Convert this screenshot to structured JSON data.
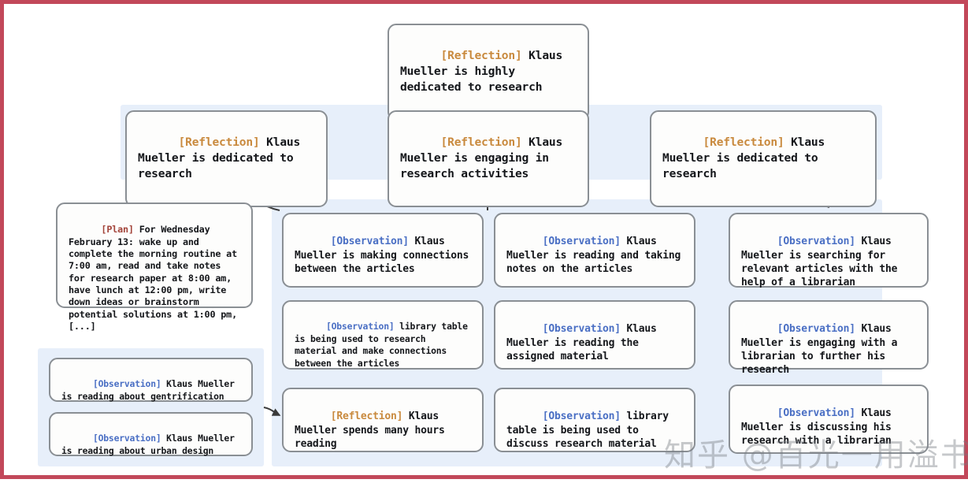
{
  "theme": {
    "page_bg": "#ffffff",
    "frame_border": "#c2485a",
    "panel_bg": "#e7effa",
    "node_bg": "#fdfdfc",
    "node_border": "#8a8f94",
    "text": "#14161a",
    "tag_reflection": "#c98a3e",
    "tag_observation": "#4a6fc4",
    "tag_plan": "#a3443a",
    "arrow": "#3a3a3a"
  },
  "watermark": {
    "text": "知乎 @百光一用溢书生"
  },
  "top": {
    "node": {
      "tag": "[Reflection]",
      "tag_type": "reflection",
      "text": " Klaus Mueller is highly dedicated to research"
    }
  },
  "reflection_row": [
    {
      "tag": "[Reflection]",
      "tag_type": "reflection",
      "text": " Klaus Mueller is dedicated to research"
    },
    {
      "tag": "[Reflection]",
      "tag_type": "reflection",
      "text": " Klaus Mueller is engaging in research activities"
    },
    {
      "tag": "[Reflection]",
      "tag_type": "reflection",
      "text": " Klaus Mueller is dedicated to research"
    }
  ],
  "plan": {
    "tag": "[Plan]",
    "tag_type": "plan",
    "text": " For Wednesday February 13: wake up and complete the morning routine at 7:00 am, read and take notes for research paper at 8:00 am, have lunch at 12:00 pm, write down ideas or brainstorm potential solutions at 1:00 pm, [...]"
  },
  "left_group": [
    {
      "tag": "[Observation]",
      "tag_type": "observation",
      "text": " Klaus Mueller is reading about gentrification"
    },
    {
      "tag": "[Observation]",
      "tag_type": "observation",
      "text": " Klaus Mueller is reading about urban design"
    }
  ],
  "column_a": [
    {
      "tag": "[Observation]",
      "tag_type": "observation",
      "text": " Klaus Mueller is making connections between the articles"
    },
    {
      "tag": "[Observation]",
      "tag_type": "observation",
      "text": " library table is being used to research material and make connections between the articles"
    },
    {
      "tag": "[Reflection]",
      "tag_type": "reflection",
      "text": " Klaus Mueller spends many hours reading"
    }
  ],
  "column_b": [
    {
      "tag": "[Observation]",
      "tag_type": "observation",
      "text": " Klaus Mueller is reading and taking notes on the articles"
    },
    {
      "tag": "[Observation]",
      "tag_type": "observation",
      "text": " Klaus Mueller is reading the assigned material"
    },
    {
      "tag": "[Observation]",
      "tag_type": "observation",
      "text": " library table is being used to discuss research material"
    }
  ],
  "column_c": [
    {
      "tag": "[Observation]",
      "tag_type": "observation",
      "text": " Klaus Mueller is searching for relevant articles with the help of a librarian"
    },
    {
      "tag": "[Observation]",
      "tag_type": "observation",
      "text": " Klaus Mueller is engaging with a librarian to further his research"
    },
    {
      "tag": "[Observation]",
      "tag_type": "observation",
      "text": " Klaus Mueller is discussing his research with a librarian"
    }
  ]
}
